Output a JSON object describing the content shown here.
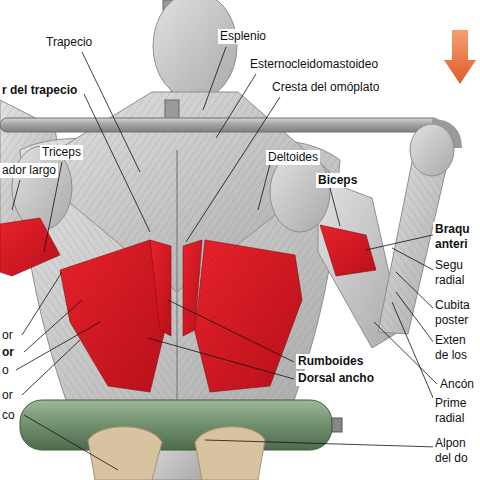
{
  "diagram": {
    "labels": [
      "Trapecio",
      "Esplenio",
      "Esternocleidomastoideo",
      "r del trapecio",
      "Cresta del omóplato",
      "Triceps",
      "ador largo",
      "Deltoides",
      "Biceps",
      "Braqu anteri",
      "Segu radial",
      "Cubita poster",
      "Exten de los",
      "Ancón",
      "Prime radial",
      "Alpon del do",
      "Rumboides",
      "Dorsal ancho",
      "or",
      "or",
      "o",
      "or",
      "co"
    ]
  }
}
